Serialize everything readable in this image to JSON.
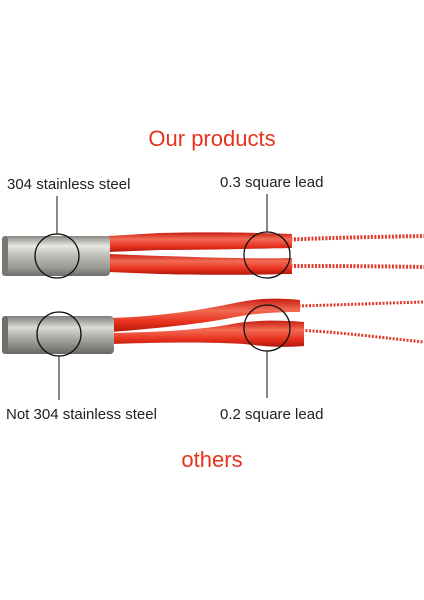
{
  "colors": {
    "heading": "#e8321e",
    "sleeve": "#e8321e",
    "wire": "#e23a2a",
    "steel": "#c9c7c2",
    "label": "#222222"
  },
  "top_section": {
    "heading": "Our products",
    "left_label": "304 stainless steel",
    "right_label": "0.3 square lead"
  },
  "bottom_section": {
    "heading": "others",
    "left_label": "Not 304 stainless steel",
    "right_label": "0.2 square lead"
  },
  "icons": [
    "heater-cartridge-illustration",
    "callout-circle-icon"
  ]
}
